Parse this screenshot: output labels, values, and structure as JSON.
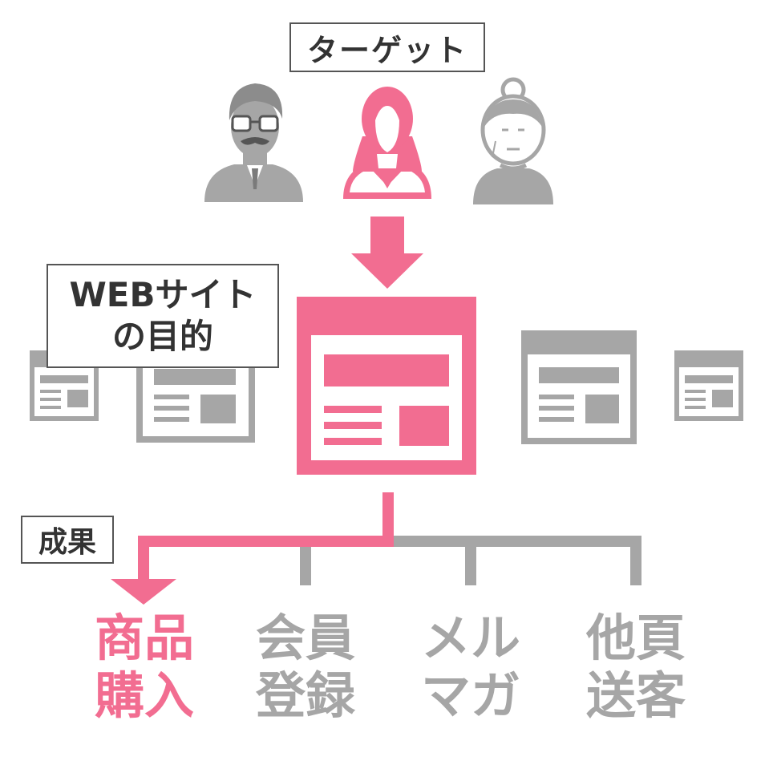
{
  "labels": {
    "target": "ターゲット",
    "purpose_line1": "WEBサイト",
    "purpose_line2": "の目的",
    "result": "成果"
  },
  "outcomes": [
    {
      "line1": "商品",
      "line2": "購入",
      "highlight": true
    },
    {
      "line1": "会員",
      "line2": "登録",
      "highlight": false
    },
    {
      "line1": "メル",
      "line2": "マガ",
      "highlight": false
    },
    {
      "line1": "他頁",
      "line2": "送客",
      "highlight": false
    }
  ],
  "personas": [
    {
      "icon": "man-with-glasses-mustache-icon",
      "highlight": false
    },
    {
      "icon": "young-woman-icon",
      "highlight": true
    },
    {
      "icon": "elderly-woman-icon",
      "highlight": false
    }
  ],
  "colors": {
    "accent": "#f26d91",
    "gray": "#a6a6a6",
    "text": "#333333"
  }
}
